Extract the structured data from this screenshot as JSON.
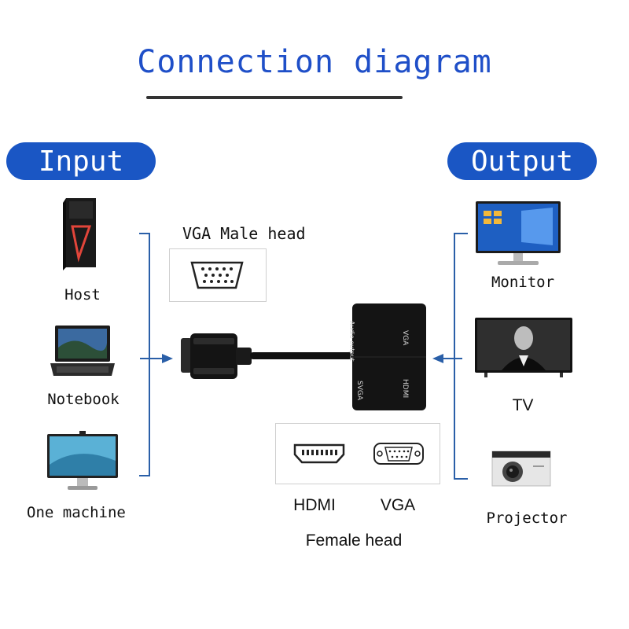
{
  "title": "Connection diagram",
  "input": {
    "label": "Input",
    "devices": [
      {
        "label": "Host",
        "icon": "desktop-tower-icon"
      },
      {
        "label": "Notebook",
        "icon": "laptop-icon"
      },
      {
        "label": "One machine",
        "icon": "all-in-one-pc-icon"
      }
    ]
  },
  "output": {
    "label": "Output",
    "devices": [
      {
        "label": "Monitor",
        "icon": "monitor-icon"
      },
      {
        "label": "TV",
        "icon": "tv-icon"
      },
      {
        "label": "Projector",
        "icon": "projector-icon"
      }
    ]
  },
  "male_head": {
    "label": "VGA Male head",
    "icon": "vga-male-port-icon"
  },
  "adapter": {
    "ports": [
      "Audio output",
      "VGA",
      "SVGA",
      "HDMI"
    ]
  },
  "female_head": {
    "label": "Female head",
    "ports": [
      {
        "label": "HDMI",
        "icon": "hdmi-port-icon"
      },
      {
        "label": "VGA",
        "icon": "vga-female-port-icon"
      }
    ]
  },
  "colors": {
    "accent": "#1a56c4",
    "title": "#1f4fc8",
    "bracket": "#2a5fa8",
    "device": "#111111"
  }
}
